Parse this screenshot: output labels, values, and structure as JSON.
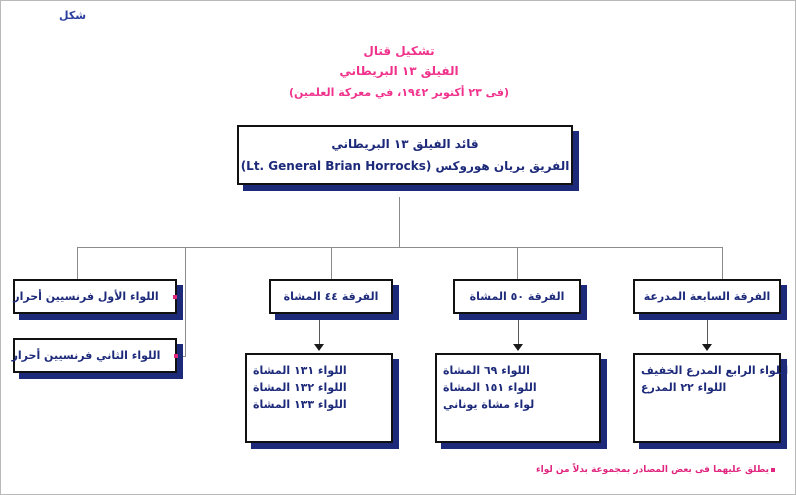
{
  "figure": {
    "label": "شكل"
  },
  "title": {
    "line1": "تشكيل قتال",
    "line2": "الفيلق ١٣ البريطاني",
    "line3": "(فى ٢٣ أكتوبر ١٩٤٢، في معركة العلمين)"
  },
  "commander": {
    "role": "قائد الفيلق ١٣ البريطاني",
    "name": "الفريق بريان هوروكس (Lt. General Brian Horrocks)"
  },
  "french_brigades": [
    {
      "label": "اللواء الأول فرنسيين أحرار"
    },
    {
      "label": "اللواء الثاني فرنسيين أحرار"
    }
  ],
  "divisions": [
    {
      "header": "الفرقة ٤٤ المشاة",
      "units": [
        "اللواء ١٣١ المشاة",
        "اللواء ١٣٢ المشاة",
        "اللواء ١٣٣ المشاة"
      ]
    },
    {
      "header": "الفرقة ٥٠ المشاة",
      "units": [
        "اللواء ٦٩ المشاة",
        "اللواء ١٥١ المشاة",
        "لواء مشاة يوناني"
      ]
    },
    {
      "header": "الفرقة السابعة المدرعة",
      "units": [
        "اللواء الرابع المدرع الخفيف",
        "اللواء ٢٢ المدرع"
      ]
    }
  ],
  "footnote": {
    "text": "يطلق عليهما فى بعض المصادر بمجموعة بدلاً من لواء"
  },
  "colors": {
    "title_pink": "#f0328c",
    "box_text_navy": "#1d2a7a",
    "box_shadow_navy": "#1d2a7a",
    "bullet_pink": "#e0267e",
    "line_gray": "#8b8b8b",
    "border_black": "#111111"
  }
}
